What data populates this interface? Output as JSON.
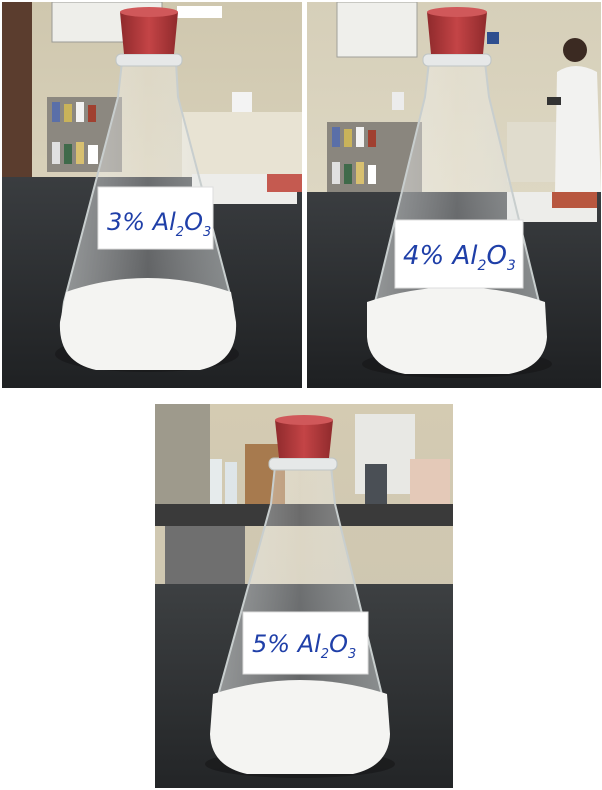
{
  "photos": [
    {
      "label": {
        "main": "3% Al",
        "sub1": "2",
        "mid": "O",
        "sub2": "3"
      }
    },
    {
      "label": {
        "main": "4% Al",
        "sub1": "2",
        "mid": "O",
        "sub2": "3"
      }
    },
    {
      "label": {
        "main": "5% Al",
        "sub1": "2",
        "mid": "O",
        "sub2": "3"
      }
    }
  ],
  "colors": {
    "stopper": "#b83a3c",
    "liquid": "#f4f4f2",
    "label_ink": "#1f3fa8",
    "bench": "#2a2c2e",
    "wall": "#d9d2bd"
  }
}
